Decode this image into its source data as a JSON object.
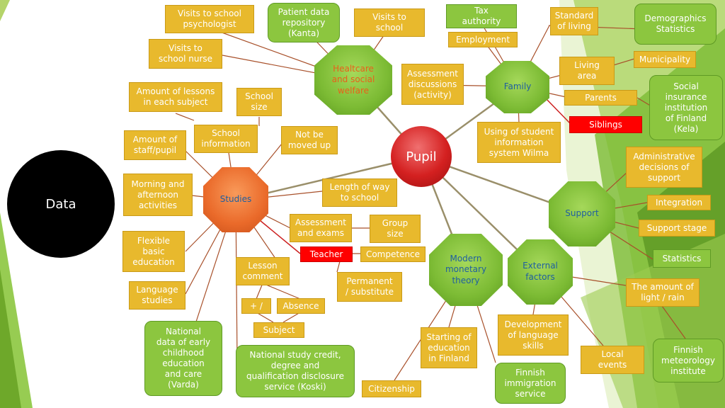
{
  "center": "Pupil",
  "data_label": "Data",
  "hubs": {
    "healthcare": "Healtcare\nand social\nwelfare",
    "family": "Family",
    "studies": "Studies",
    "support": "Support",
    "modern": "Modern\nmonetary\ntheory",
    "external": "External\nfactors"
  },
  "boxes": {
    "visits_psychologist": "Visits to school\npsychologist",
    "patient_repo": "Patient data\nrepository\n(Kanta)",
    "visits_school": "Visits to\nschool",
    "tax_authority": "Tax\nauthority",
    "standard_living": "Standard\nof living",
    "demographics": "Demographics\nStatistics",
    "employment": "Employment",
    "visits_nurse": "Visits to\nschool nurse",
    "municipality": "Municipality",
    "living_area": "Living\narea",
    "assessment_discussions": "Assessment\ndiscussions\n(activity)",
    "social_insurance": "Social\ninsurance\ninstitution\nof Finland\n(Kela)",
    "amount_lessons": "Amount of lessons\nin each subject",
    "school_size": "School\nsize",
    "parents": "Parents",
    "siblings": "Siblings",
    "school_information": "School\ninformation",
    "not_moved_up": "Not be\nmoved up",
    "wilma": "Using of student\ninformation\nsystem Wilma",
    "amount_staff": "Amount of\nstaff/pupil",
    "administrative": "Administrative\ndecisions of\nsupport",
    "morning_afternoon": "Morning and\nafternoon\nactivities",
    "length_way": "Length of way\nto school",
    "integration": "Integration",
    "assessment_exams": "Assessment\nand exams",
    "group_size": "Group\nsize",
    "support_stage": "Support stage",
    "flexible_basic": "Flexible\nbasic\neducation",
    "teacher": "Teacher",
    "competence": "Competence",
    "statistics": "Statistics",
    "lesson_comment": "Lesson\ncomment",
    "language_studies": "Language\nstudies",
    "permanent": "Permanent\n/ substitute",
    "amount_light": "The amount of\nlight / rain",
    "plus_minus": "+ /",
    "absence": "Absence",
    "subject": "Subject",
    "development_language": "Development\nof language\nskills",
    "varda": "National\ndata of early\nchildhood\neducation\nand care\n(Varda)",
    "starting_education": "Starting of\neducation\nin Finland",
    "finnish_meteorology": "Finnish\nmeteorology\ninstitute",
    "local_events": "Local\nevents",
    "koski": "National study credit,\ndegree and\nqualification disclosure\nservice (Koski)",
    "finnish_immigration": "Finnish\nimmigration\nservice",
    "citizenship": "Citizenship"
  },
  "colors": {
    "yellow_box": "#e8b92d",
    "green_box": "#8cc63f",
    "red_box": "#ff0000",
    "center_node": "#d42020",
    "data_node": "#000000",
    "connector": "#9a8f6a",
    "red_connector": "#cc2020"
  }
}
